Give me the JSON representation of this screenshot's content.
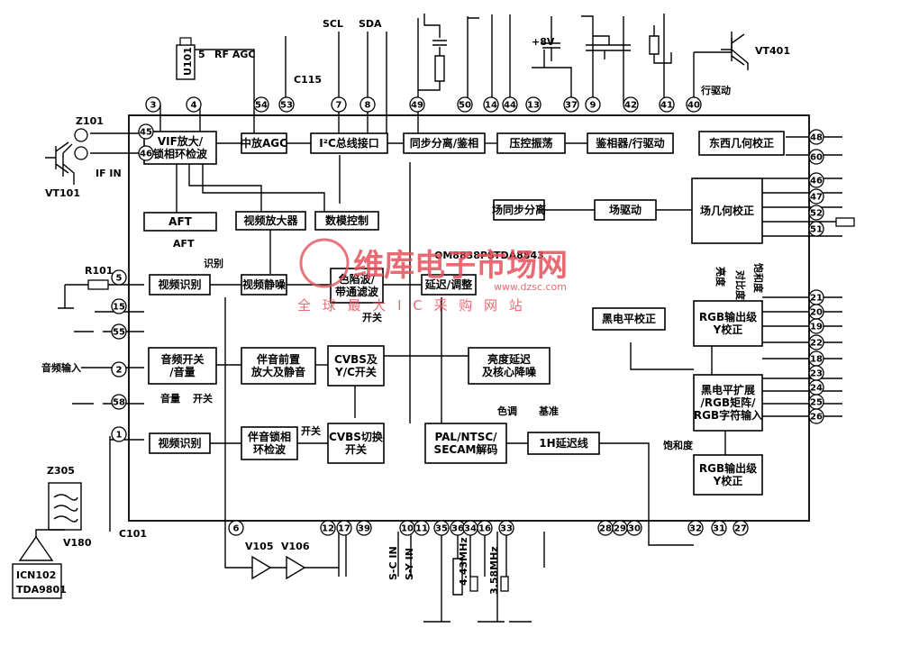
{
  "blocks": {
    "vif": [
      "VIF放大/",
      "锁相环检波"
    ],
    "if_agc": [
      "中放AGC"
    ],
    "i2c": [
      "I²C总线接口"
    ],
    "sync_sep": [
      "同步分离/鉴相"
    ],
    "vco": [
      "压控振荡"
    ],
    "phase_det": [
      "鉴相器/行驱动"
    ],
    "ew": [
      "东西几何校正"
    ],
    "aft": [
      "AFT"
    ],
    "video_amp": [
      "视频放大器"
    ],
    "dac": [
      "数模控制"
    ],
    "v_sync_sep": [
      "场同步分离"
    ],
    "v_drive": [
      "场驱动"
    ],
    "v_geom": [
      "场几何校正"
    ],
    "video_id_top": [
      "视频识别"
    ],
    "video_mute": [
      "视频静噪"
    ],
    "trap": [
      "色陷波/",
      "带通滤波"
    ],
    "delay": [
      "延迟/调整"
    ],
    "audio_sw": [
      "音频开关",
      "/音量"
    ],
    "snd_preamp": [
      "伴音前置",
      "放大及静音"
    ],
    "cvbs_yc": [
      "CVBS及",
      "Y/C开关"
    ],
    "luma_delay": [
      "亮度延迟",
      "及核心降噪"
    ],
    "black_corr": [
      "黑电平校正"
    ],
    "rgb_out_top": [
      "RGB输出级",
      "Y校正"
    ],
    "black_stretch": [
      "黑电平扩展",
      "/RGB矩阵/",
      "RGB字符输入"
    ],
    "video_id_bot": [
      "视频识别"
    ],
    "snd_pll": [
      "伴音锁相",
      "环检波"
    ],
    "cvbs_sw": [
      "CVBS切换",
      "开关"
    ],
    "decoder": [
      "PAL/NTSC/",
      "SECAM解码"
    ],
    "delay_1h": [
      "1H延迟线"
    ],
    "rgb_out_bot": [
      "RGB输出级",
      "Y校正"
    ]
  },
  "pins": [
    "3",
    "4",
    "45",
    "46",
    "54",
    "53",
    "7",
    "8",
    "49",
    "50",
    "14",
    "44",
    "13",
    "37",
    "9",
    "42",
    "41",
    "40",
    "5",
    "15",
    "55",
    "2",
    "58",
    "1",
    "6",
    "12",
    "17",
    "39",
    "10",
    "11",
    "35",
    "36",
    "34",
    "16",
    "33",
    "28",
    "29",
    "30",
    "32",
    "31",
    "27",
    "48",
    "60",
    "46",
    "47",
    "52",
    "51",
    "21",
    "20",
    "19",
    "22",
    "18",
    "23",
    "24",
    "25",
    "26"
  ],
  "labels": {
    "rf_agc": "RF AGC",
    "pin5": "5",
    "c115": "C115",
    "scl": "SCL",
    "sda": "SDA",
    "plus8v": "+8V",
    "vt401": "VT401",
    "h_drive": "行驱动",
    "z101": "Z101",
    "if_in": "IF IN",
    "vt101": "VT101",
    "u101": "U101",
    "aft_out": "AFT",
    "recog": "识别",
    "r101": "R101",
    "chip1": "OM8838PS",
    "chip2": "TDA8843",
    "audio_in": "音频输入",
    "volume": "音量",
    "switch": "开关",
    "switch2": "开关",
    "switch3": "开关",
    "switch4": "开关",
    "hue": "色调",
    "reference": "基准",
    "saturation": "饱和度",
    "brightness": "亮度",
    "contrast": "对比度",
    "z305": "Z305",
    "v180": "V180",
    "c101": "C101",
    "icn102": "ICN102",
    "tda9801": "TDA9801",
    "v105": "V105",
    "v106": "V106",
    "sc_in": "S-C IN",
    "sy_in": "S-Y IN",
    "xtal1": "4.43MHz",
    "xtal2": "3.58MHz",
    "vert_labels": [
      "亮度",
      "对比度",
      "饱和度"
    ]
  },
  "watermark": {
    "brand": "维库电子市场网",
    "sub": "全 球 最 大 I C 采 购 网 站",
    "url": "www.dzsc.com"
  }
}
